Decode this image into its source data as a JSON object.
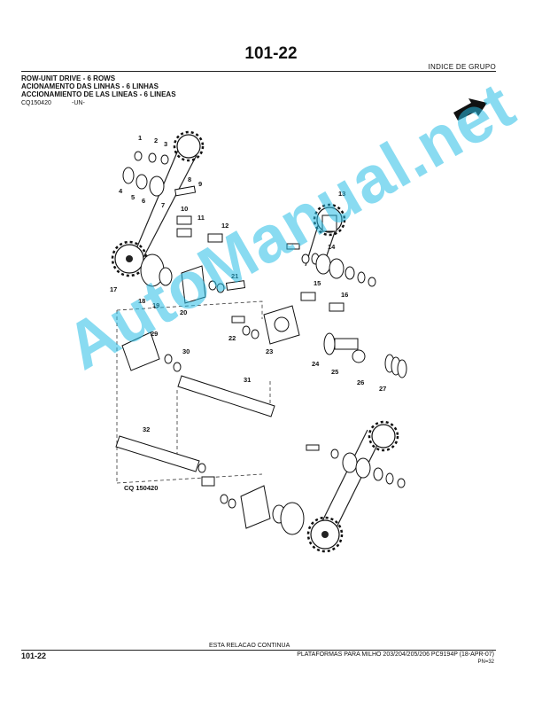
{
  "header": {
    "page_number": "101-22",
    "group_index": "INDICE DE GRUPO",
    "titles": [
      "ROW-UNIT DRIVE - 6 ROWS",
      "ACIONAMENTO DAS LINHAS - 6 LINHAS",
      "ACCIONAMIENTO DE LAS LINEAS - 6 LINEAS"
    ],
    "figure_code": "CQ150420",
    "figure_suffix": "-UN-"
  },
  "diagram": {
    "caption": "CQ 150420",
    "callouts": [
      "1",
      "2",
      "3",
      "4",
      "5",
      "6",
      "7",
      "8",
      "9",
      "10",
      "11",
      "12",
      "13",
      "14",
      "15",
      "16",
      "17",
      "18",
      "19",
      "20",
      "21",
      "22",
      "23",
      "24",
      "25",
      "26",
      "27",
      "29",
      "30",
      "31",
      "32"
    ]
  },
  "watermark": "AutoManual.net",
  "footer": {
    "continues": "ESTA RELACAO CONTINUA",
    "page_number": "101-22",
    "publication": "PLATAFORMAS PARA MILHO 203/204/205/206   PC9194P    (18-APR-07)",
    "pn": "PN=32"
  },
  "colors": {
    "watermark": "#28bee6",
    "ink": "#111111"
  },
  "icons": {
    "arrow": "navigation-arrow-icon"
  }
}
